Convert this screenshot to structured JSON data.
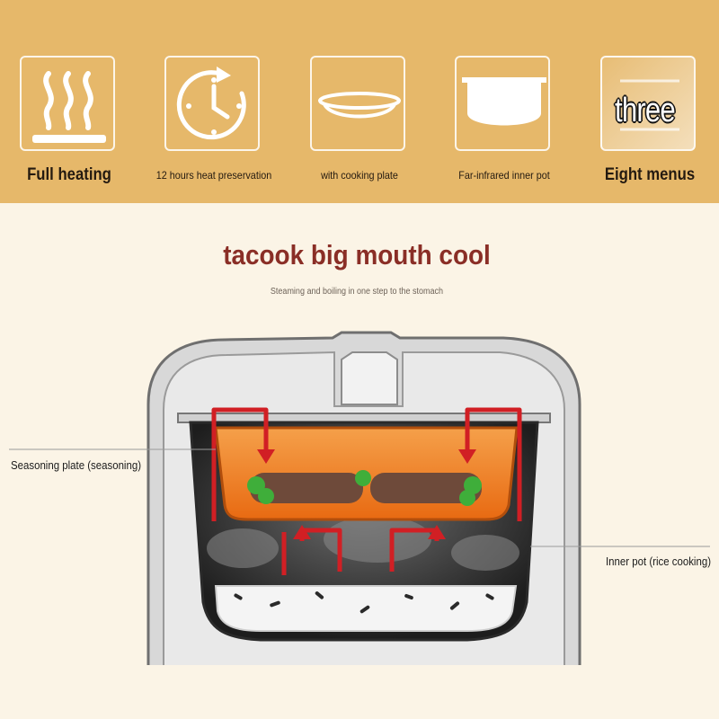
{
  "features": [
    {
      "label": "Full heating",
      "icon": "steam-heat-icon"
    },
    {
      "label": "12 hours heat preservation",
      "icon": "clock-timer-icon"
    },
    {
      "label": "with cooking plate",
      "icon": "cooking-plate-icon"
    },
    {
      "label": "Far-infrared inner pot",
      "icon": "inner-pot-icon"
    },
    {
      "label": "Eight menus",
      "icon": "menu-icon",
      "overlay_text": "three"
    }
  ],
  "header": {
    "title": "tacook big mouth cool",
    "subtitle": "Steaming and boiling in one step to the stomach"
  },
  "callouts": {
    "seasoning_plate": "Seasoning plate (seasoning)",
    "inner_pot": "Inner pot (rice cooking)"
  },
  "colors": {
    "band": "#e6b86a",
    "background": "#fbf4e6",
    "title": "#8a2e26",
    "arrow": "#d11f24",
    "plate": "#f07d1f"
  }
}
